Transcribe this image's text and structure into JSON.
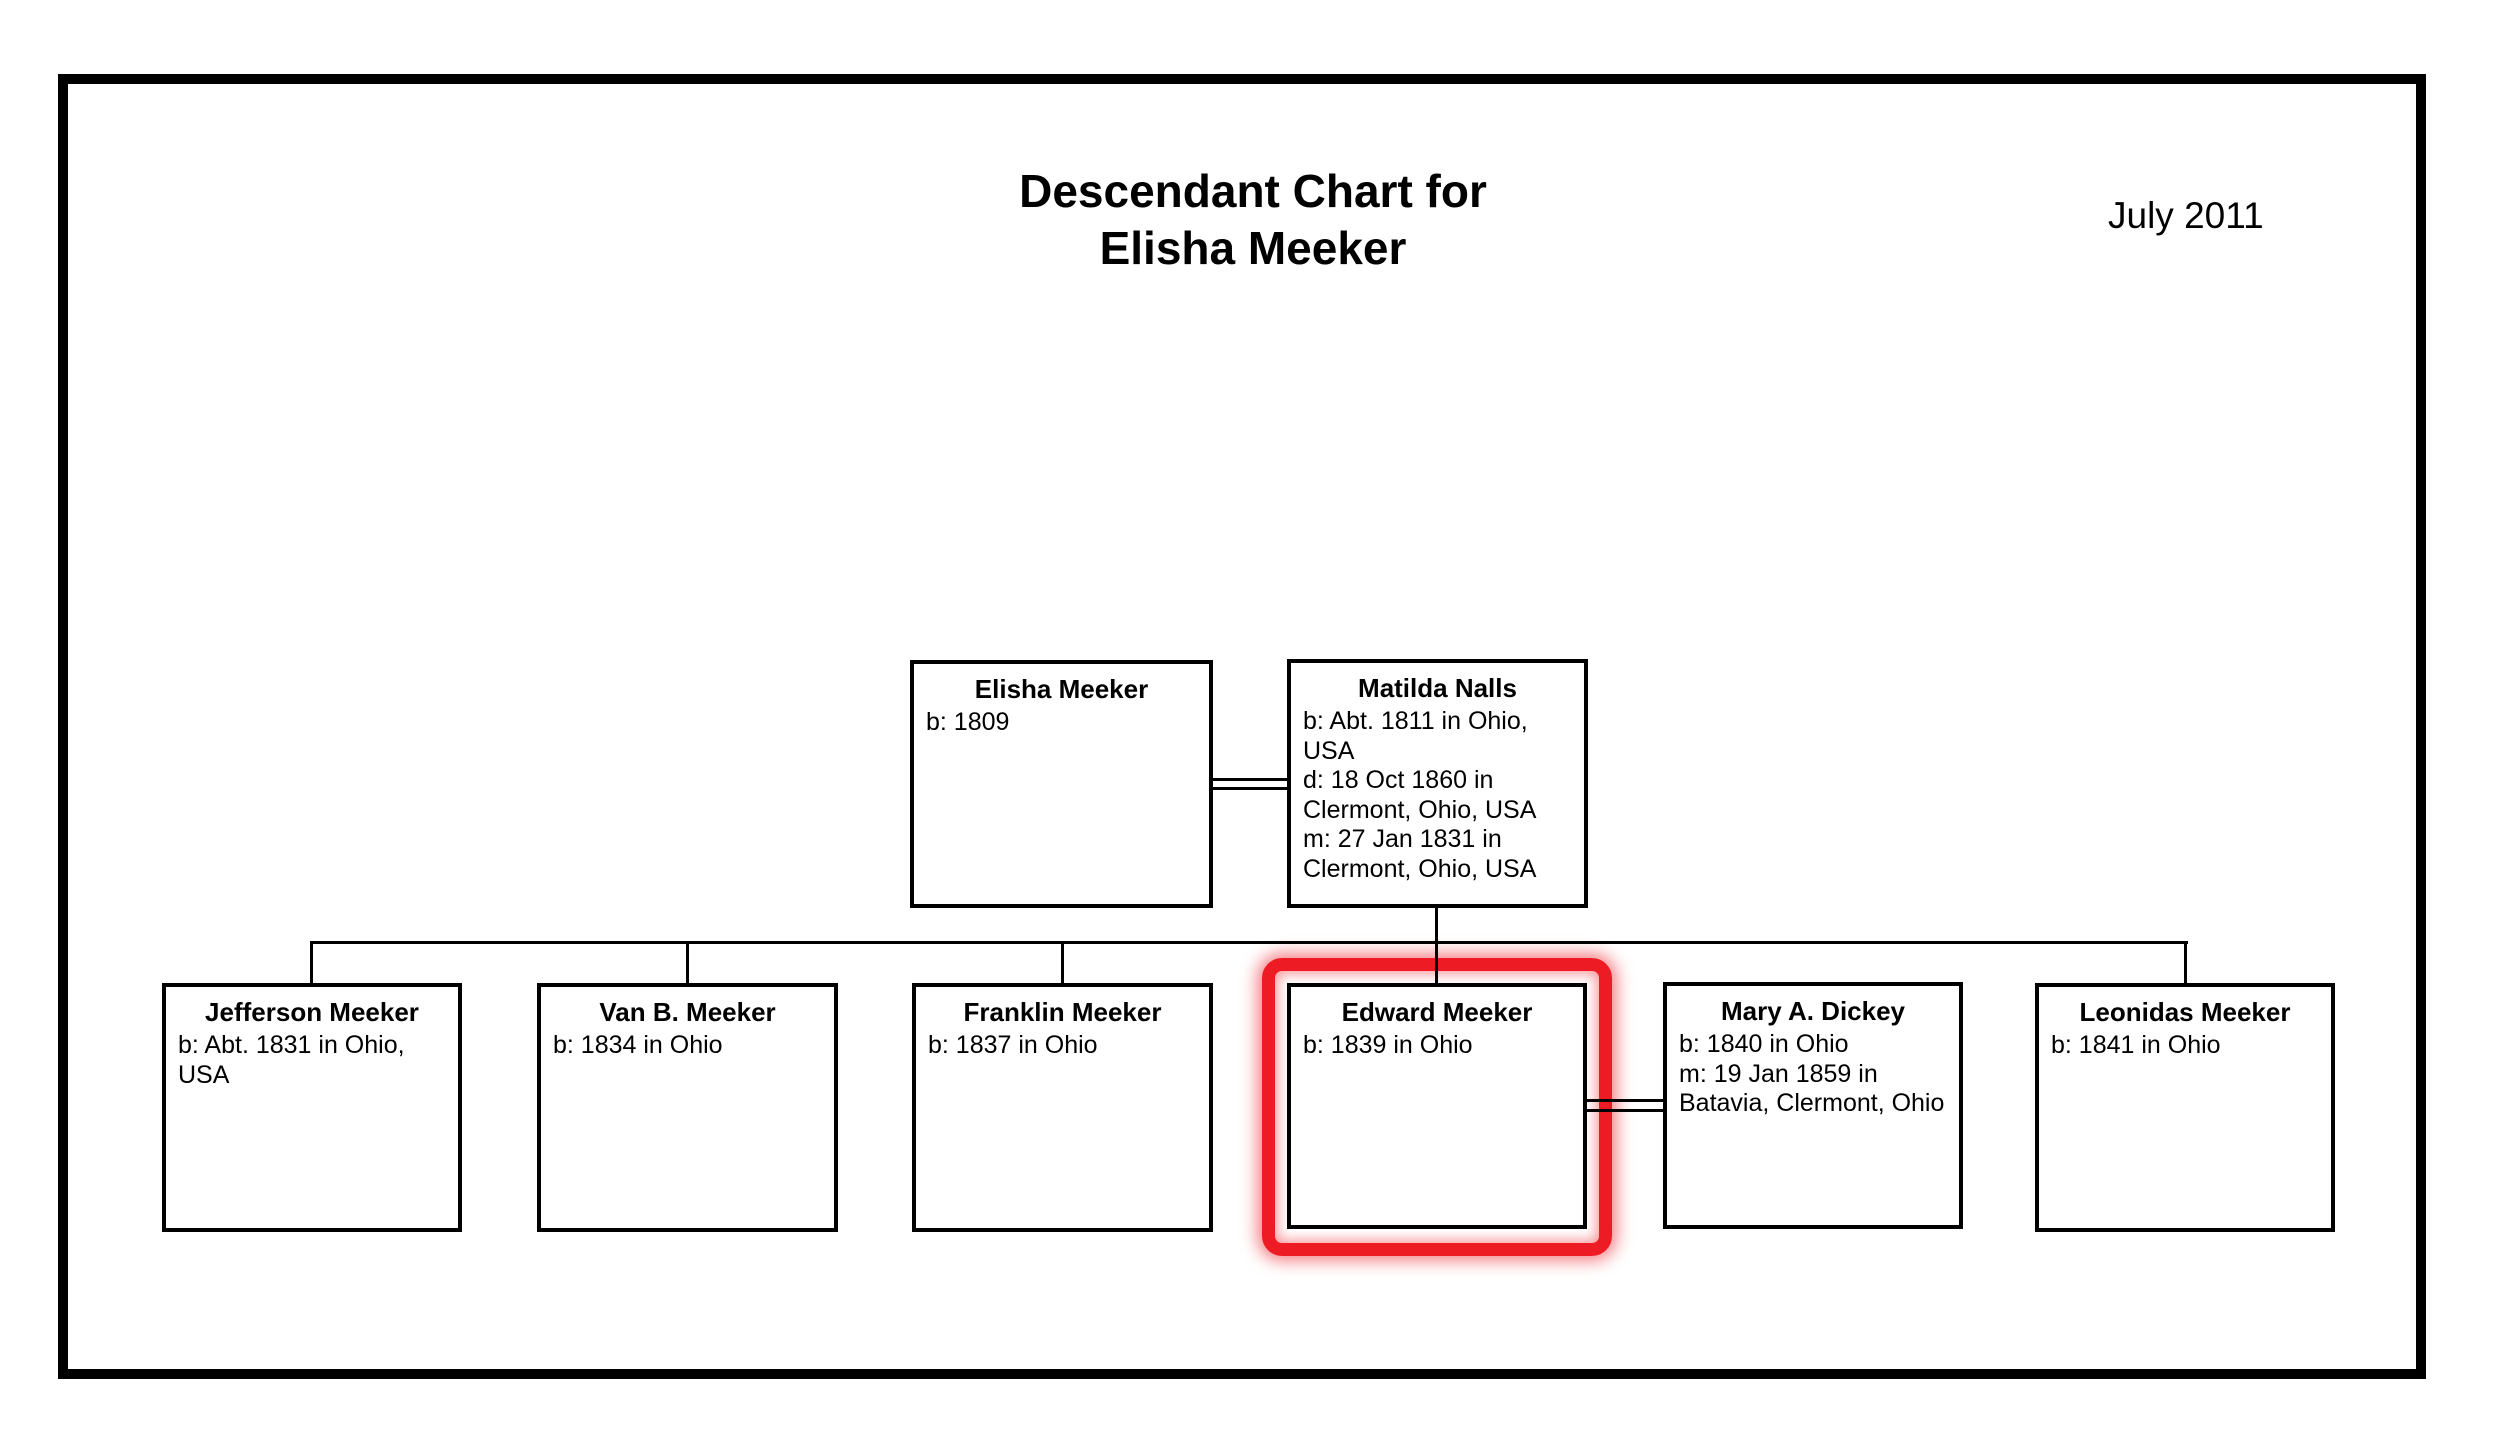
{
  "page": {
    "title_line1": "Descendant Chart for",
    "title_line2": "Elisha Meeker",
    "date": "July 2011"
  },
  "colors": {
    "highlight_red": "#ED1C24",
    "line_black": "#000000",
    "background": "#ffffff"
  },
  "persons": {
    "elisha": {
      "name": "Elisha Meeker",
      "details": [
        "b: 1809"
      ],
      "highlighted": false
    },
    "matilda": {
      "name": "Matilda Nalls",
      "details": [
        "b: Abt. 1811 in Ohio, USA",
        "d: 18 Oct 1860 in Clermont, Ohio, USA",
        "m: 27 Jan 1831 in Clermont, Ohio, USA"
      ],
      "highlighted": false
    },
    "jefferson": {
      "name": "Jefferson Meeker",
      "details": [
        "b: Abt. 1831 in Ohio, USA"
      ],
      "highlighted": false
    },
    "vanb": {
      "name": "Van B. Meeker",
      "details": [
        "b: 1834 in Ohio"
      ],
      "highlighted": false
    },
    "franklin": {
      "name": "Franklin Meeker",
      "details": [
        "b: 1837 in Ohio"
      ],
      "highlighted": false
    },
    "edward": {
      "name": "Edward Meeker",
      "details": [
        "b: 1839 in Ohio"
      ],
      "highlighted": true
    },
    "mary": {
      "name": "Mary A. Dickey",
      "details": [
        "b: 1840 in Ohio",
        "m: 19 Jan 1859 in Batavia, Clermont, Ohio"
      ],
      "highlighted": false
    },
    "leonidas": {
      "name": "Leonidas Meeker",
      "details": [
        "b: 1841 in Ohio"
      ],
      "highlighted": false
    }
  }
}
